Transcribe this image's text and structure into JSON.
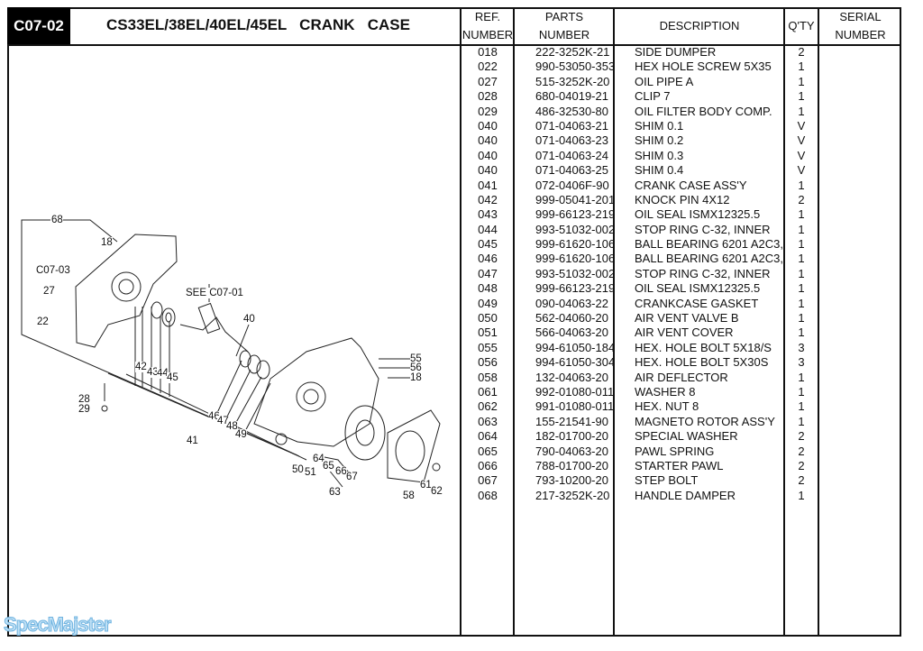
{
  "header": {
    "code": "C07-02",
    "title": "CS33EL/38EL/40EL/45EL   CRANK   CASE"
  },
  "columns": {
    "ref": [
      "REF.",
      "NUMBER"
    ],
    "parts": [
      "PARTS",
      "NUMBER"
    ],
    "description": "DESCRIPTION",
    "qty": "Q'TY",
    "serial": [
      "SERIAL",
      "NUMBER"
    ]
  },
  "parts": [
    {
      "ref": "018",
      "part": "222-3252K-21",
      "desc": "SIDE DUMPER",
      "qty": "2"
    },
    {
      "ref": "022",
      "part": "990-53050-353",
      "desc": "HEX HOLE SCREW 5X35",
      "qty": "1"
    },
    {
      "ref": "027",
      "part": "515-3252K-20",
      "desc": "OIL PIPE A",
      "qty": "1"
    },
    {
      "ref": "028",
      "part": "680-04019-21",
      "desc": "CLIP 7",
      "qty": "1"
    },
    {
      "ref": "029",
      "part": "486-32530-80",
      "desc": "OIL FILTER BODY COMP.",
      "qty": "1"
    },
    {
      "ref": "040",
      "part": "071-04063-21",
      "desc": "SHIM 0.1",
      "qty": "V"
    },
    {
      "ref": "040",
      "part": "071-04063-23",
      "desc": "SHIM 0.2",
      "qty": "V"
    },
    {
      "ref": "040",
      "part": "071-04063-24",
      "desc": "SHIM 0.3",
      "qty": "V"
    },
    {
      "ref": "040",
      "part": "071-04063-25",
      "desc": "SHIM 0.4",
      "qty": "V"
    },
    {
      "ref": "041",
      "part": "072-0406F-90",
      "desc": "CRANK CASE ASS'Y",
      "qty": "1"
    },
    {
      "ref": "042",
      "part": "999-05041-201",
      "desc": "KNOCK PIN 4X12",
      "qty": "2"
    },
    {
      "ref": "043",
      "part": "999-66123-219",
      "desc": "OIL SEAL ISMX12325.5",
      "qty": "1"
    },
    {
      "ref": "044",
      "part": "993-51032-002",
      "desc": "STOP RING C-32, INNER",
      "qty": "1"
    },
    {
      "ref": "045",
      "part": "999-61620-106",
      "desc": "BALL BEARING 6201 A2C3,",
      "qty": "1"
    },
    {
      "ref": "046",
      "part": "999-61620-106",
      "desc": "BALL BEARING 6201 A2C3,",
      "qty": "1"
    },
    {
      "ref": "047",
      "part": "993-51032-002",
      "desc": "STOP RING C-32, INNER",
      "qty": "1"
    },
    {
      "ref": "048",
      "part": "999-66123-219",
      "desc": "OIL SEAL ISMX12325.5",
      "qty": "1"
    },
    {
      "ref": "049",
      "part": "090-04063-22",
      "desc": "CRANKCASE GASKET",
      "qty": "1"
    },
    {
      "ref": "050",
      "part": "562-04060-20",
      "desc": "AIR VENT VALVE B",
      "qty": "1"
    },
    {
      "ref": "051",
      "part": "566-04063-20",
      "desc": "AIR VENT COVER",
      "qty": "1"
    },
    {
      "ref": "055",
      "part": "994-61050-184",
      "desc": "HEX. HOLE BOLT 5X18/S",
      "qty": "3"
    },
    {
      "ref": "056",
      "part": "994-61050-304",
      "desc": "HEX. HOLE BOLT 5X30S",
      "qty": "3"
    },
    {
      "ref": "058",
      "part": "132-04063-20",
      "desc": "AIR DEFLECTOR",
      "qty": "1"
    },
    {
      "ref": "061",
      "part": "992-01080-011",
      "desc": "WASHER 8",
      "qty": "1"
    },
    {
      "ref": "062",
      "part": "991-01080-011",
      "desc": "HEX. NUT 8",
      "qty": "1"
    },
    {
      "ref": "063",
      "part": "155-21541-90",
      "desc": "MAGNETO ROTOR ASS'Y",
      "qty": "1"
    },
    {
      "ref": "064",
      "part": "182-01700-20",
      "desc": "SPECIAL WASHER",
      "qty": "2"
    },
    {
      "ref": "065",
      "part": "790-04063-20",
      "desc": "PAWL SPRING",
      "qty": "2"
    },
    {
      "ref": "066",
      "part": "788-01700-20",
      "desc": "STARTER PAWL",
      "qty": "2"
    },
    {
      "ref": "067",
      "part": "793-10200-20",
      "desc": "STEP BOLT",
      "qty": "2"
    },
    {
      "ref": "068",
      "part": "217-3252K-20",
      "desc": "HANDLE DAMPER",
      "qty": "1"
    }
  ],
  "diagram": {
    "callouts": [
      "68",
      "18",
      "C07-03",
      "27",
      "22",
      "SEE C07-01",
      "40",
      "42",
      "43",
      "44",
      "45",
      "28",
      "29",
      "41",
      "46",
      "47",
      "48",
      "49",
      "55",
      "56",
      "18",
      "50",
      "51",
      "64",
      "65",
      "66",
      "67",
      "63",
      "58",
      "61",
      "62"
    ]
  },
  "watermark": "SpecMajster"
}
